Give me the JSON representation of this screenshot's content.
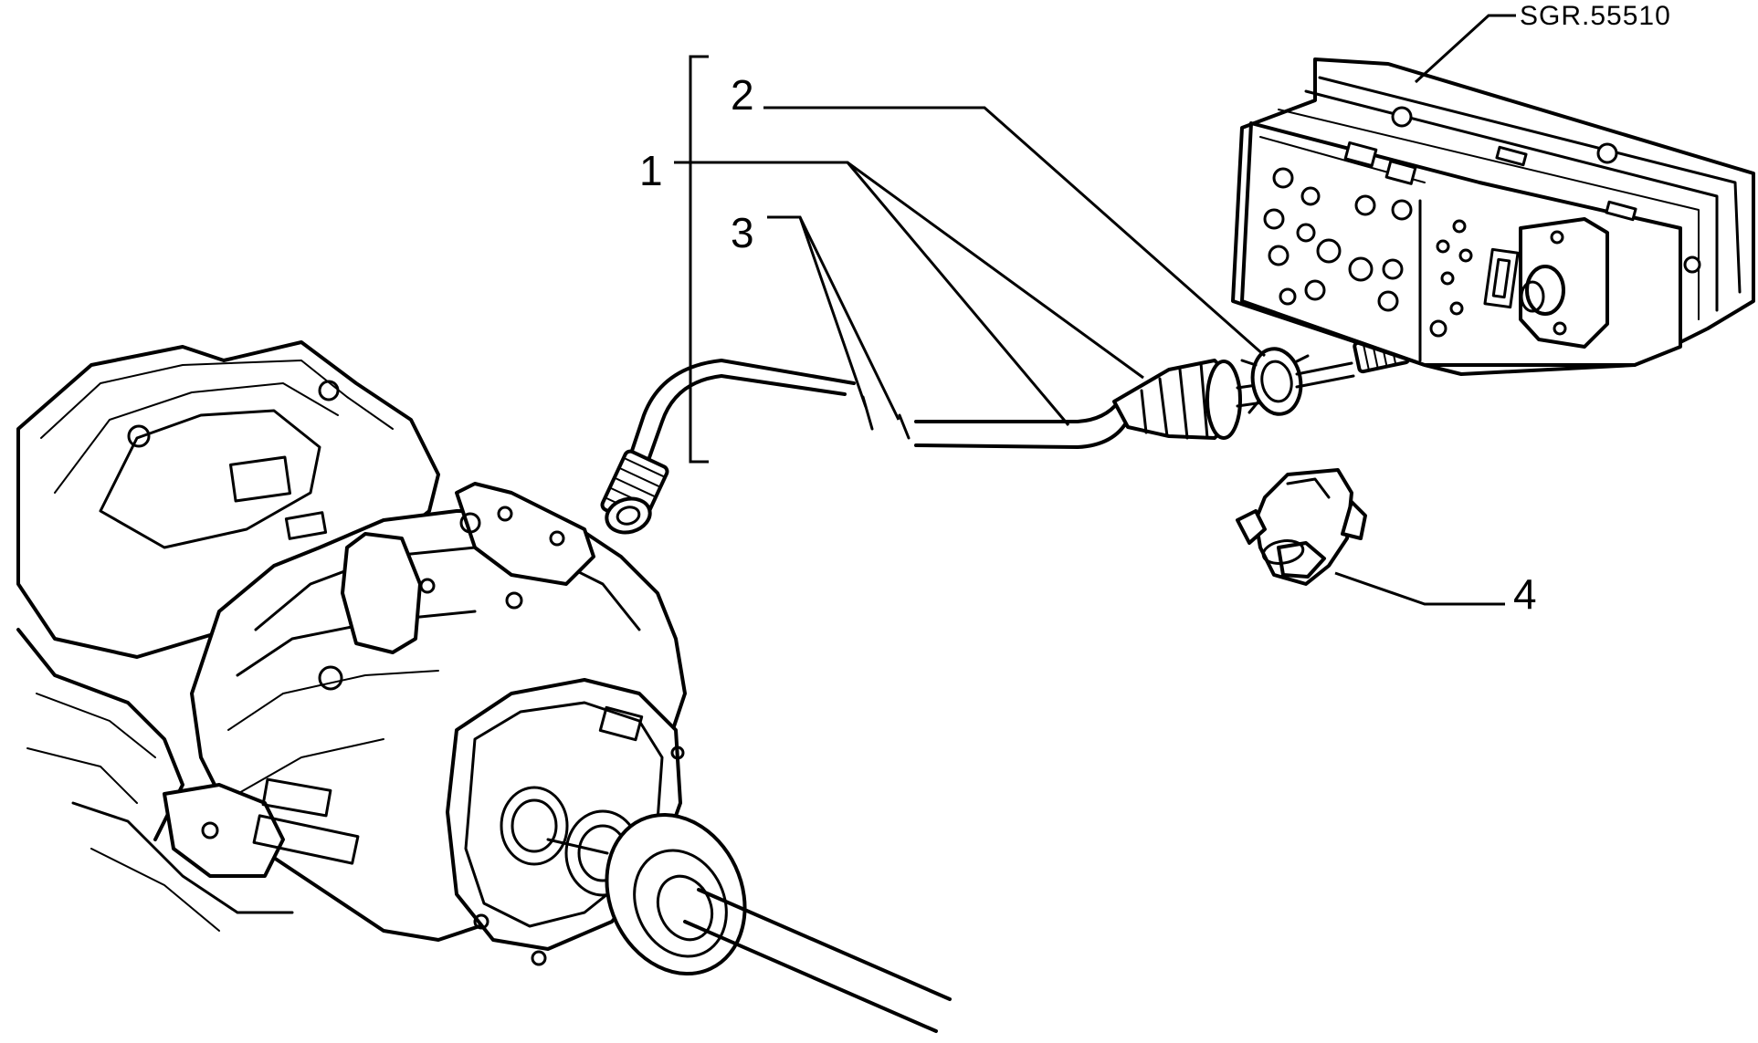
{
  "drawing_ref": "SGR.55510",
  "callouts": {
    "c1": "1",
    "c2": "2",
    "c3": "3",
    "c4": "4"
  },
  "components": {
    "gearbox": "gearbox-assembly",
    "cable": "speedometer-cable",
    "grommet": "cable-grommet",
    "instrument_panel": "instrument-cluster",
    "clip": "retaining-clip"
  }
}
